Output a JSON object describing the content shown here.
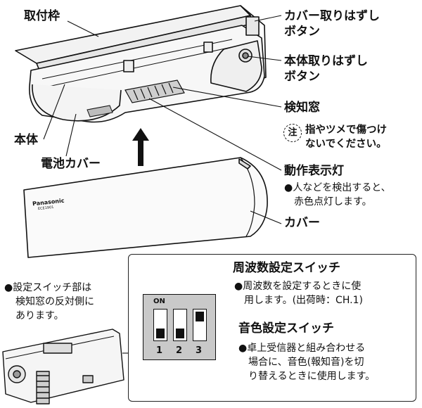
{
  "labels": {
    "mount_frame": "取付枠",
    "cover_release_button": [
      "カバー取りはずし",
      "ボタン"
    ],
    "body_release_button": [
      "本体取りはずし",
      "ボタン"
    ],
    "detection_window": "検知窓",
    "caution_mark": "注",
    "caution_text": [
      "指やツメで傷つけ",
      "ないでください。"
    ],
    "body": "本体",
    "battery_cover": "電池カバー",
    "operation_lamp": "動作表示灯",
    "operation_lamp_note": [
      "●人などを検出すると、",
      "赤色点灯します。"
    ],
    "cover": "カバー",
    "brand": "Panasonic",
    "model": "ECE1901"
  },
  "switch_note": [
    "●設定スイッチ部は",
    "検知窓の反対側に",
    "あります。"
  ],
  "switch_panel": {
    "freq_title": "周波数設定スイッチ",
    "freq_desc": [
      "●周波数を設定するときに使",
      "用します。(出荷時：CH.1)"
    ],
    "sound_title": "音色設定スイッチ",
    "sound_desc": [
      "●卓上受信器と組み合わせる",
      "場合に、音色(報知音)を切",
      "り替えるときに使用します。"
    ],
    "on_label": "ON",
    "switch_numbers": [
      "1",
      "2",
      "3"
    ]
  }
}
